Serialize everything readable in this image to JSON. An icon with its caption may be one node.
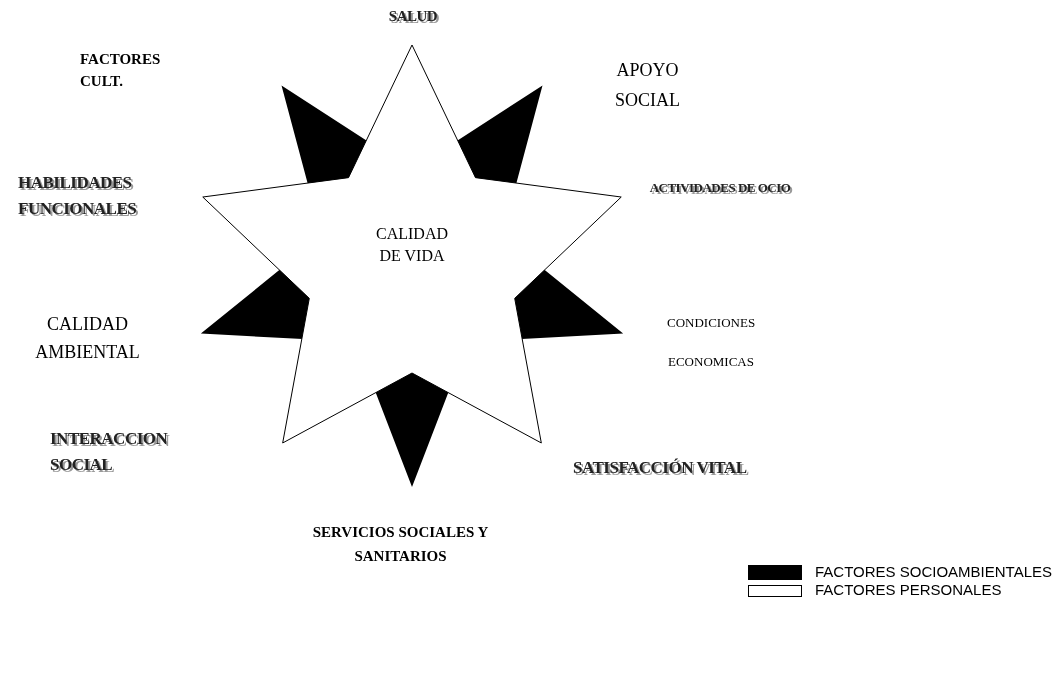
{
  "diagram": {
    "nodes": [
      {
        "text": [
          "CALIDAD DE VIDA"
        ]
      }
    ],
    "edges": [],
    "labels": [
      "SALUD",
      "FACTORES CULT.",
      "APOYO SOCIAL",
      "HABILIDADES FUNCIONALES",
      "ACTIVIDADES DE OCIO",
      "CALIDAD AMBIENTAL",
      "CONDICIONES",
      "ECONOMICAS",
      "INTERACCION SOCIAL",
      "SATISFACCIÓN VITAL",
      "SERVICIOS SOCIALES Y SANITARIOS"
    ],
    "legend": [
      {
        "text": "FACTORES SOCIOAMBIENTALES",
        "color": "#000000"
      },
      {
        "text": "FACTORES PERSONALES",
        "color": "#ffffff"
      }
    ]
  }
}
